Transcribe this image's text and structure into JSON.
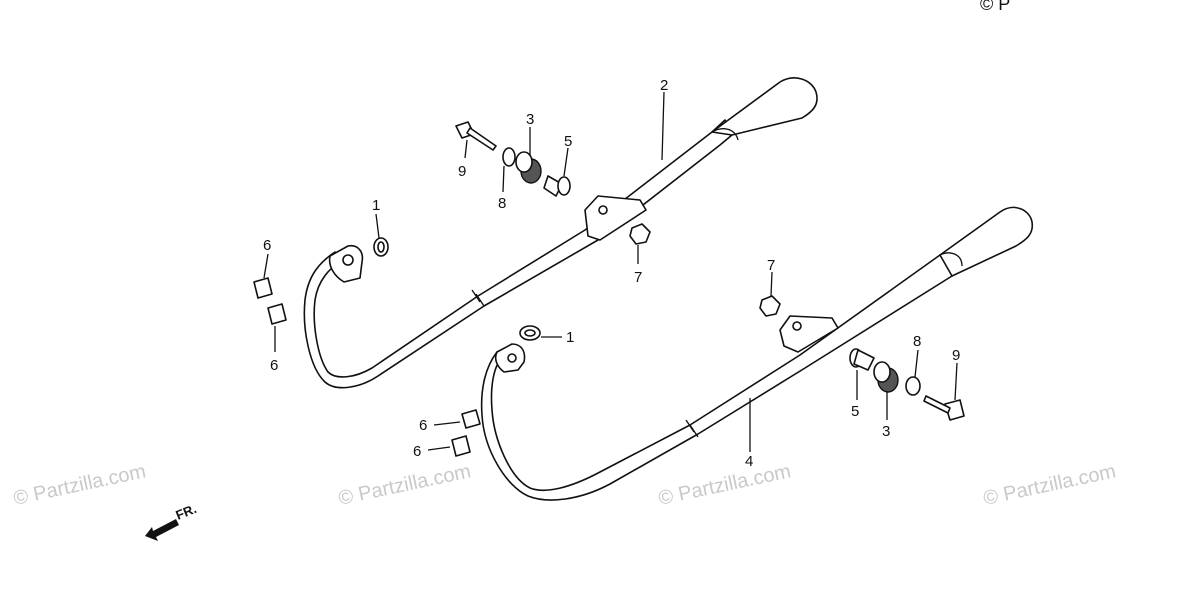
{
  "watermark": {
    "text": "© Partzilla.com",
    "corner_text": "© P"
  },
  "direction_arrow": {
    "label": "FR."
  },
  "callouts": {
    "c1a": "1",
    "c1b": "1",
    "c2": "2",
    "c3a": "3",
    "c3b": "3",
    "c4": "4",
    "c5a": "5",
    "c5b": "5",
    "c6a": "6",
    "c6b": "6",
    "c6c": "6",
    "c6d": "6",
    "c7a": "7",
    "c7b": "7",
    "c8a": "8",
    "c8b": "8",
    "c9a": "9",
    "c9b": "9"
  }
}
